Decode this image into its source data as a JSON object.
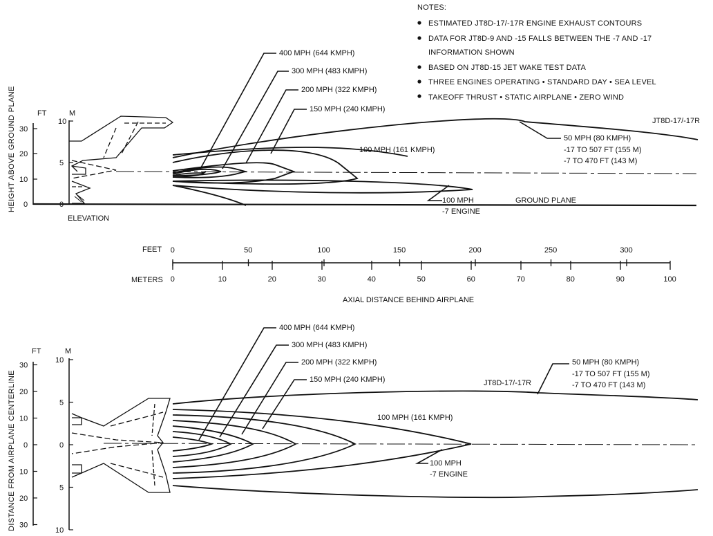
{
  "notes": {
    "title": "NOTES:",
    "items": [
      "ESTIMATED JT8D-17/-17R ENGINE EXHAUST CONTOURS",
      "DATA FOR JT8D-9 AND -15 FALLS BETWEEN THE -7 AND -17",
      "INFORMATION SHOWN",
      "BASED ON JT8D-15 JET WAKE TEST DATA",
      "THREE ENGINES OPERATING • STANDARD DAY • SEA LEVEL",
      "TAKEOFF THRUST • STATIC AIRPLANE • ZERO WIND"
    ]
  },
  "elevation": {
    "y_axis_title": "HEIGHT ABOVE GROUND PLANE",
    "ft_unit": "FT",
    "m_unit": "M",
    "ft_ticks": [
      "30",
      "20",
      "10",
      "0"
    ],
    "m_ticks": [
      "10",
      "5",
      "0"
    ],
    "view_label": "ELEVATION",
    "engine_label": "JT8D-17/-17R",
    "ground_label": "GROUND PLANE",
    "contour_labels": {
      "c400": "400 MPH (644 KMPH)",
      "c300": "300 MPH (483 KMPH)",
      "c200": "200 MPH (322 KMPH)",
      "c150": "150 MPH (240 KMPH)",
      "c100": "100 MPH (161 KMPH)",
      "c50_a": "50 MPH (80 KMPH)",
      "c50_b": "-17 TO 507 FT (155 M)",
      "c50_c": "-7 TO 470 FT (143 M)",
      "c100e_a": "100 MPH",
      "c100e_b": "-7 ENGINE"
    }
  },
  "scale": {
    "feet_label": "FEET",
    "meters_label": "METERS",
    "feet_ticks": [
      "0",
      "50",
      "100",
      "150",
      "200",
      "250",
      "300"
    ],
    "meter_ticks": [
      "0",
      "10",
      "20",
      "30",
      "40",
      "50",
      "60",
      "70",
      "80",
      "90",
      "100"
    ],
    "axis_title": "AXIAL DISTANCE BEHIND AIRPLANE"
  },
  "plan": {
    "y_axis_title": "DISTANCE FROM AIRPLANE CENTERLINE",
    "ft_unit": "FT",
    "m_unit": "M",
    "ft_ticks": [
      "30",
      "20",
      "10",
      "0",
      "10",
      "20",
      "30"
    ],
    "m_ticks": [
      "10",
      "5",
      "0",
      "5",
      "10"
    ],
    "engine_label": "JT8D-17/-17R",
    "contour_labels": {
      "c400": "400 MPH (644 KMPH)",
      "c300": "300 MPH (483 KMPH)",
      "c200": "200 MPH (322 KMPH)",
      "c150": "150 MPH (240 KMPH)",
      "c100": "100 MPH (161 KMPH)",
      "c50_a": "50 MPH (80 KMPH)",
      "c50_b": "-17 TO 507 FT (155 M)",
      "c50_c": "-7 TO 470 FT (143 M)",
      "c100e_a": "100 MPH",
      "c100e_b": "-7 ENGINE"
    }
  }
}
